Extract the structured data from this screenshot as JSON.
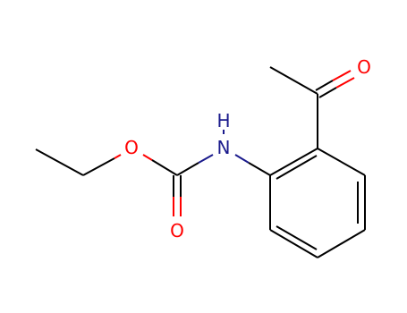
{
  "molecule": {
    "colors": {
      "bond": "#000000",
      "oxygen": "#ff0000",
      "nitrogen": "#1a1a8c"
    },
    "atoms": {
      "carbonyl_oxygen": {
        "symbol": "O"
      },
      "ester_oxygen": {
        "symbol": "O"
      },
      "carbamate_carbonyl_oxygen": {
        "symbol": "O"
      },
      "amide_nitrogen": {
        "symbol": "N"
      },
      "amide_hydrogen": {
        "symbol": "H"
      }
    }
  }
}
